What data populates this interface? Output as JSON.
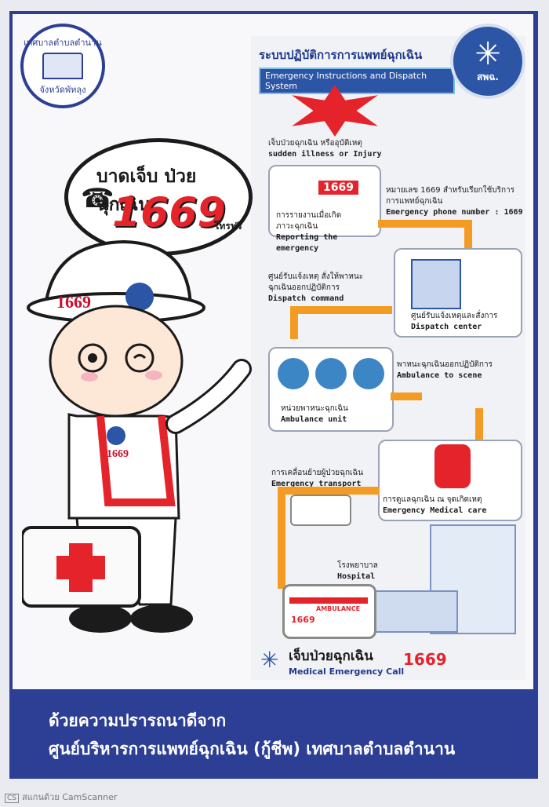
{
  "seal": {
    "top_text": "เทศบาลตำบลตำนาน",
    "bottom_text": "จังหวัดพัทลุง"
  },
  "system": {
    "title_th": "ระบบปฏิบัติการการแพทย์ฉุกเฉิน",
    "title_en": "Emergency Instructions and Dispatch System"
  },
  "emblem": {
    "abbr": "สพฉ.",
    "icon": "star-of-life-icon"
  },
  "bubble": {
    "line1": "บาดเจ็บ ป่วยฉุกเฉิน",
    "number": "1669",
    "free": "โทรฟรี"
  },
  "mascot": {
    "helmet_number": "1669",
    "vest_number": "1669"
  },
  "steps": [
    {
      "th": "เจ็บป่วยฉุกเฉิน หรืออุบัติเหตุ",
      "en": "sudden illness or Injury"
    },
    {
      "th": "การรายงานเมื่อเกิดภาวะฉุกเฉิน",
      "en": "Reporting the emergency",
      "badge": "1669"
    },
    {
      "th": "หมายเลข 1669 สำหรับเรียกใช้บริการการแพทย์ฉุกเฉิน",
      "en": "Emergency phone number : 1669"
    },
    {
      "th": "ศูนย์รับแจ้งเหตุ สั่งให้พาหนะฉุกเฉินออกปฏิบัติการ",
      "en": "Dispatch command"
    },
    {
      "th": "ศูนย์รับแจ้งเหตุและสั่งการ",
      "en": "Dispatch center"
    },
    {
      "th": "หน่วยพาหนะฉุกเฉิน",
      "en": "Ambulance unit"
    },
    {
      "th": "พาหนะฉุกเฉินออกปฏิบัติการ",
      "en": "Ambulance to scene"
    },
    {
      "th": "การเคลื่อนย้ายผู้ป่วยฉุกเฉิน",
      "en": "Emergency transport"
    },
    {
      "th": "การดูแลฉุกเฉิน ณ จุดเกิดเหตุ",
      "en": "Emergency Medical care"
    },
    {
      "th": "โรงพยาบาล",
      "en": "Hospital"
    }
  ],
  "ambulance": {
    "label": "AMBULANCE",
    "number": "1669"
  },
  "call": {
    "th": "เจ็บป่วยฉุกเฉิน",
    "en": "Medical Emergency Call",
    "number": "1669"
  },
  "banner": {
    "line1": "ด้วยความปรารถนาดีจาก",
    "line2": "ศูนย์บริหารการแพทย์ฉุกเฉิน (กู้ชีพ) เทศบาลตำบลตำนาน"
  },
  "scanner": {
    "badge": "CS",
    "text": "สแกนด้วย CamScanner"
  },
  "colors": {
    "navy": "#2c3f94",
    "red": "#e4232b",
    "orange": "#f39b22",
    "blue": "#2c55a6"
  }
}
